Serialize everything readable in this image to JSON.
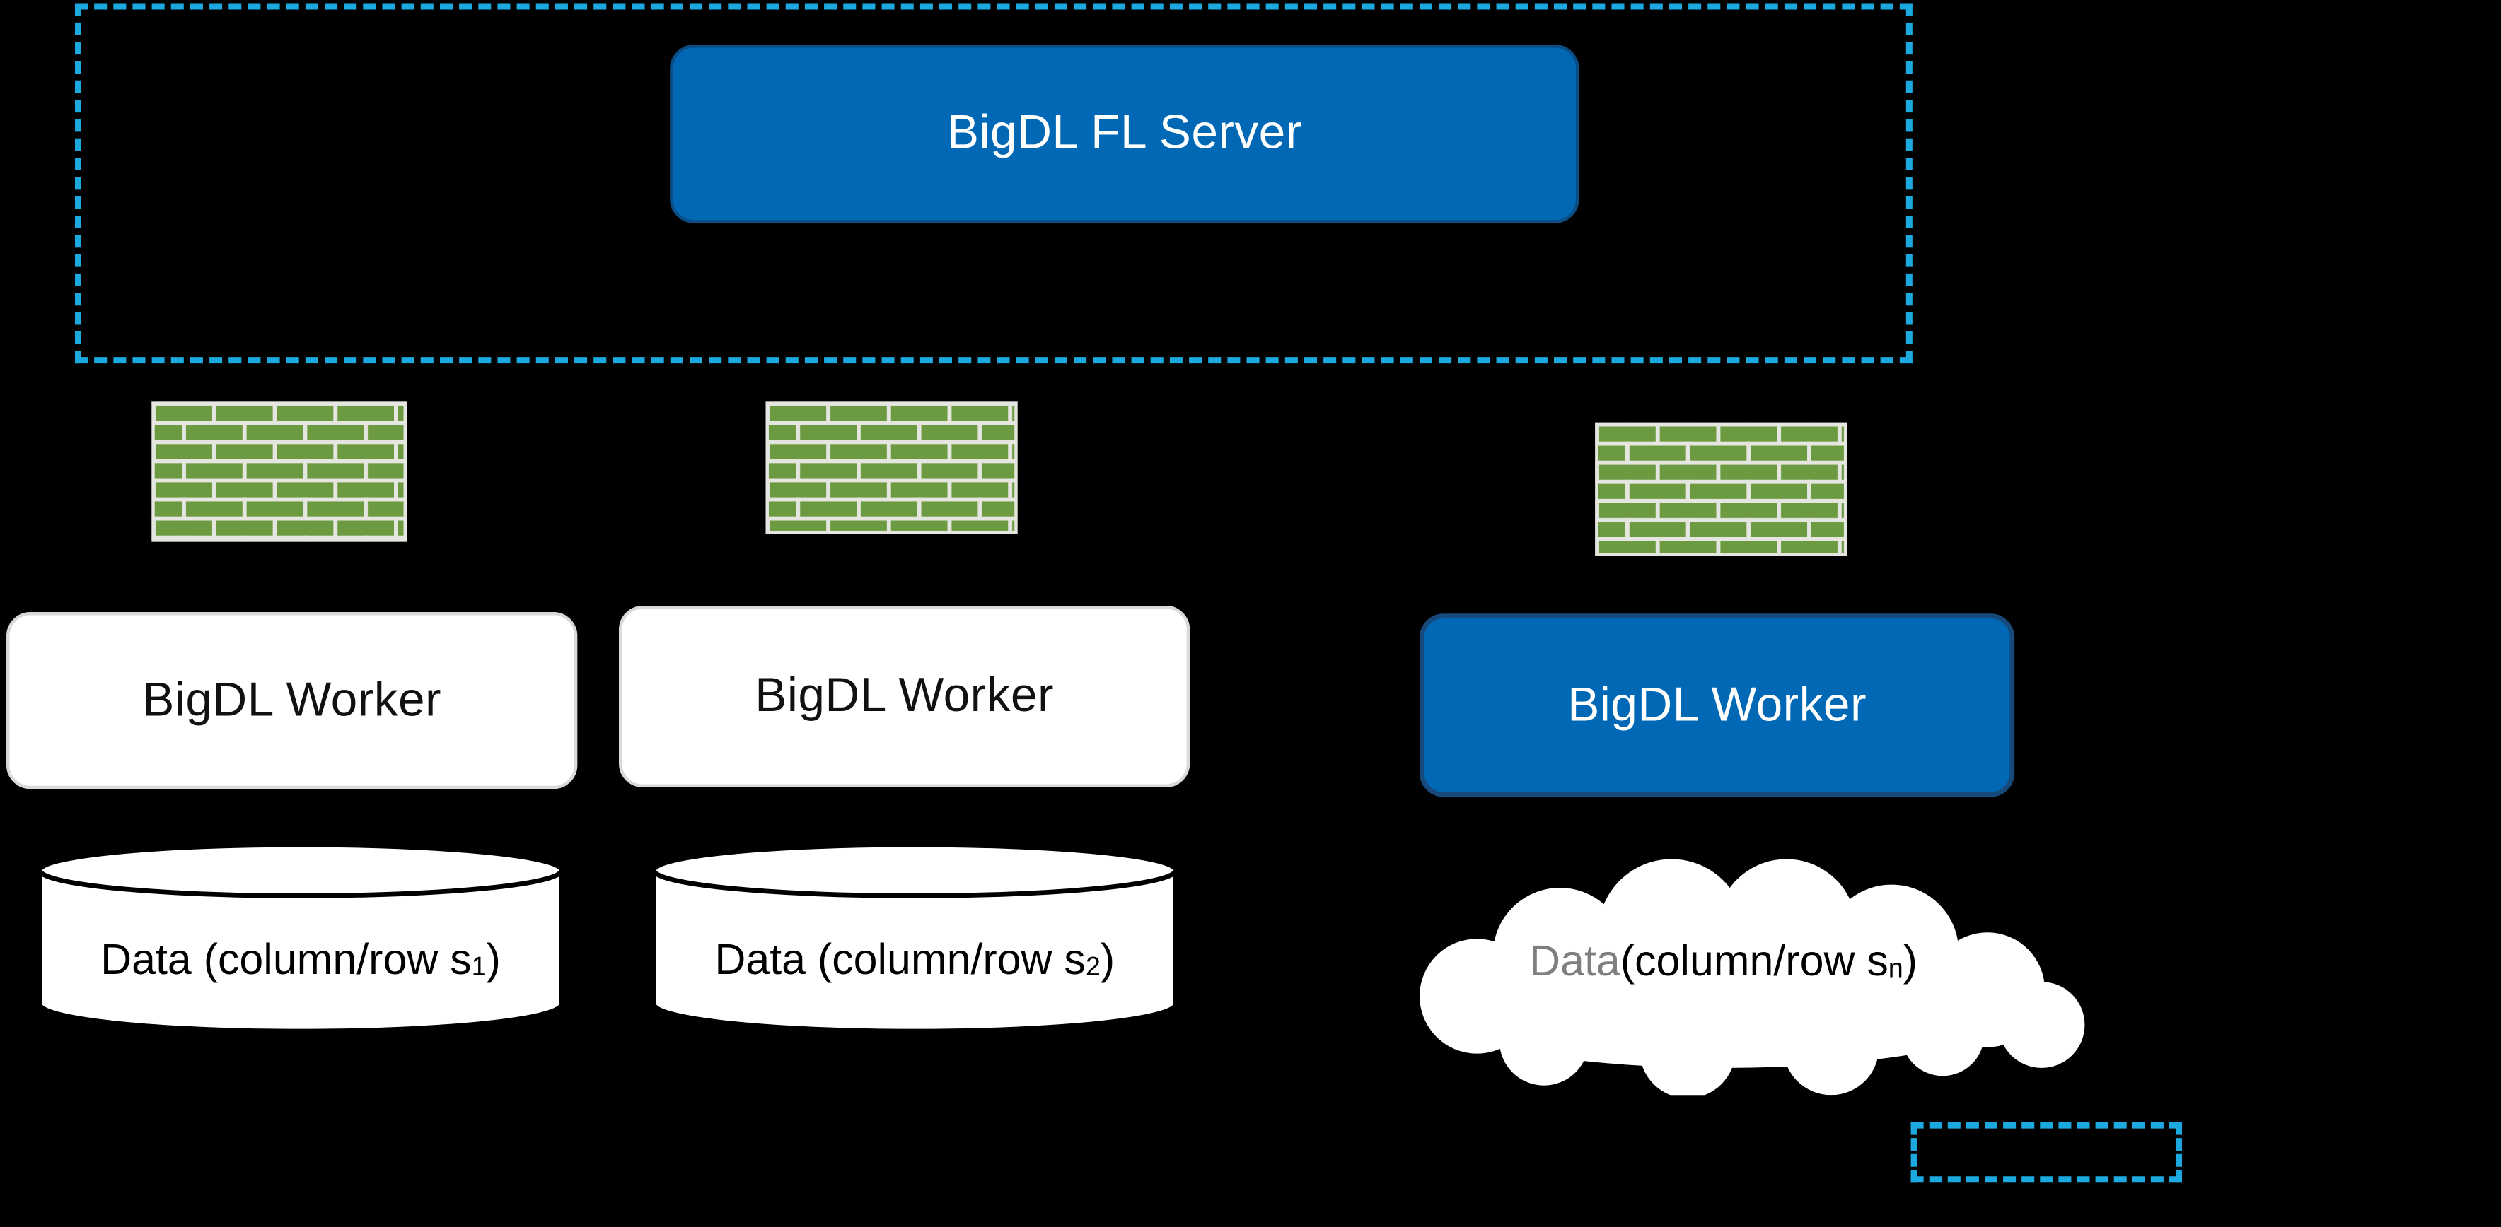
{
  "colors": {
    "background": "#000000",
    "accent_blue": "#0068B5",
    "dashed_cyan": "#1BA9E0",
    "brick_green": "#6B9A41",
    "mortar": "#E6E6E0",
    "node_white": "#FFFFFF",
    "cloud_data_gray": "#7F7F7F"
  },
  "server": {
    "label": "BigDL FL Server"
  },
  "workers": [
    {
      "label": "BigDL Worker",
      "variant": "white"
    },
    {
      "label": "BigDL Worker",
      "variant": "white"
    },
    {
      "label": "BigDL Worker",
      "variant": "blue"
    }
  ],
  "datastores": {
    "cylinder1": {
      "prefix": "Data (column/row s",
      "sub": "1",
      "suffix": ")"
    },
    "cylinder2": {
      "prefix": "Data (column/row s",
      "sub": "2",
      "suffix": ")"
    },
    "cloud": {
      "word1": "Data",
      "rest": " (column/row s",
      "sub": "n",
      "suffix": ")"
    }
  }
}
